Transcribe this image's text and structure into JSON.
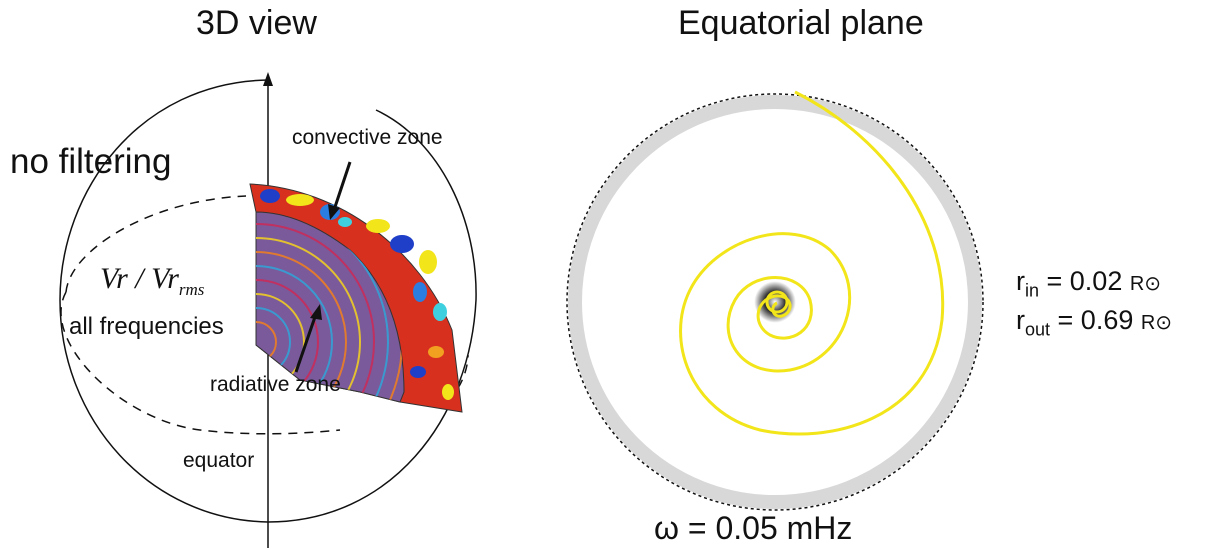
{
  "left_panel": {
    "title": "3D view",
    "filter_label": "no filtering",
    "convective_label": "convective zone",
    "radiative_label": "radiative zone",
    "equator_label": "equator",
    "quantity_main": "Vr / Vr",
    "quantity_sub": "rms",
    "frequencies_label": "all frequencies"
  },
  "right_panel": {
    "title": "Equatorial plane",
    "omega_label": "ω = 0.05 mHz",
    "r_in_prefix": "r",
    "r_in_sub": "in",
    "r_in_value": " = 0.02 ",
    "r_out_prefix": "r",
    "r_out_sub": "out",
    "r_out_value": " = 0.69 ",
    "sun_unit": "R⊙"
  },
  "colors": {
    "spiral": "#f2e51a",
    "convective_red": "#d7301f",
    "radiative_purple": "#7a5a9a",
    "outline": "#111111"
  }
}
